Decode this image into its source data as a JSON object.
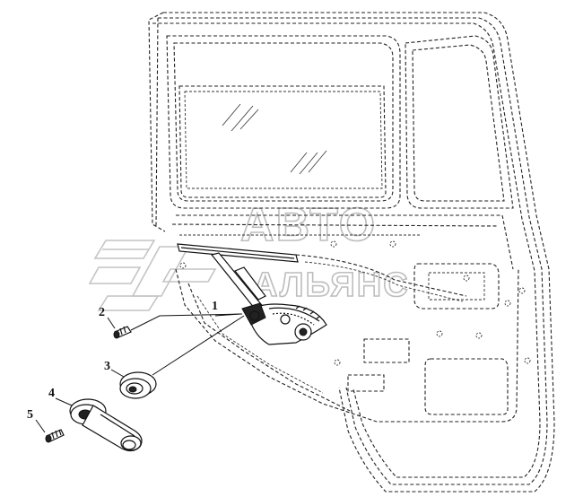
{
  "callouts": [
    {
      "id": "1",
      "text": "1"
    },
    {
      "id": "2",
      "text": "2"
    },
    {
      "id": "3",
      "text": "3"
    },
    {
      "id": "4",
      "text": "4"
    },
    {
      "id": "5",
      "text": "5"
    }
  ],
  "watermark": {
    "line1": "АВТО",
    "line2": "АЛЬЯНС"
  }
}
